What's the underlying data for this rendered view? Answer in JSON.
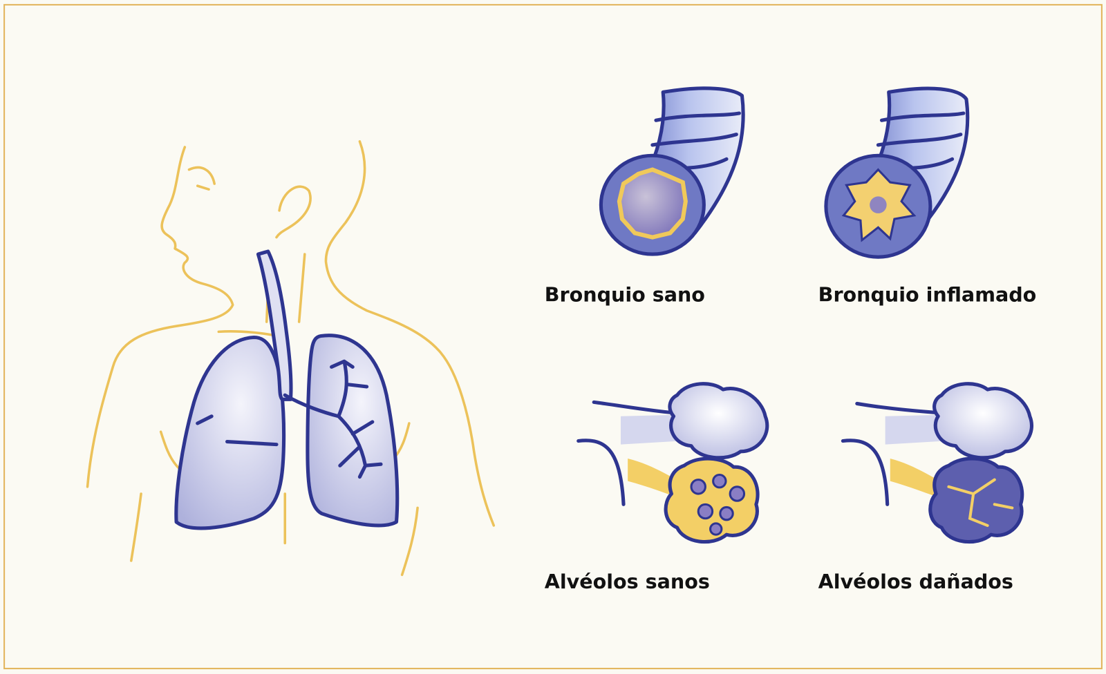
{
  "labels": {
    "healthy_bronchus": "Bronquio sano",
    "inflamed_bronchus": "Bronquio inflamado",
    "healthy_alveoli": "Alvéolos sanos",
    "damaged_alveoli": "Alvéolos dañados"
  },
  "colors": {
    "frame": "#e2b45a",
    "body_outline": "#ecc25a",
    "organ_outline": "#2e3590",
    "organ_fill": "#c9cbe8",
    "background": "#fbfaf3"
  }
}
